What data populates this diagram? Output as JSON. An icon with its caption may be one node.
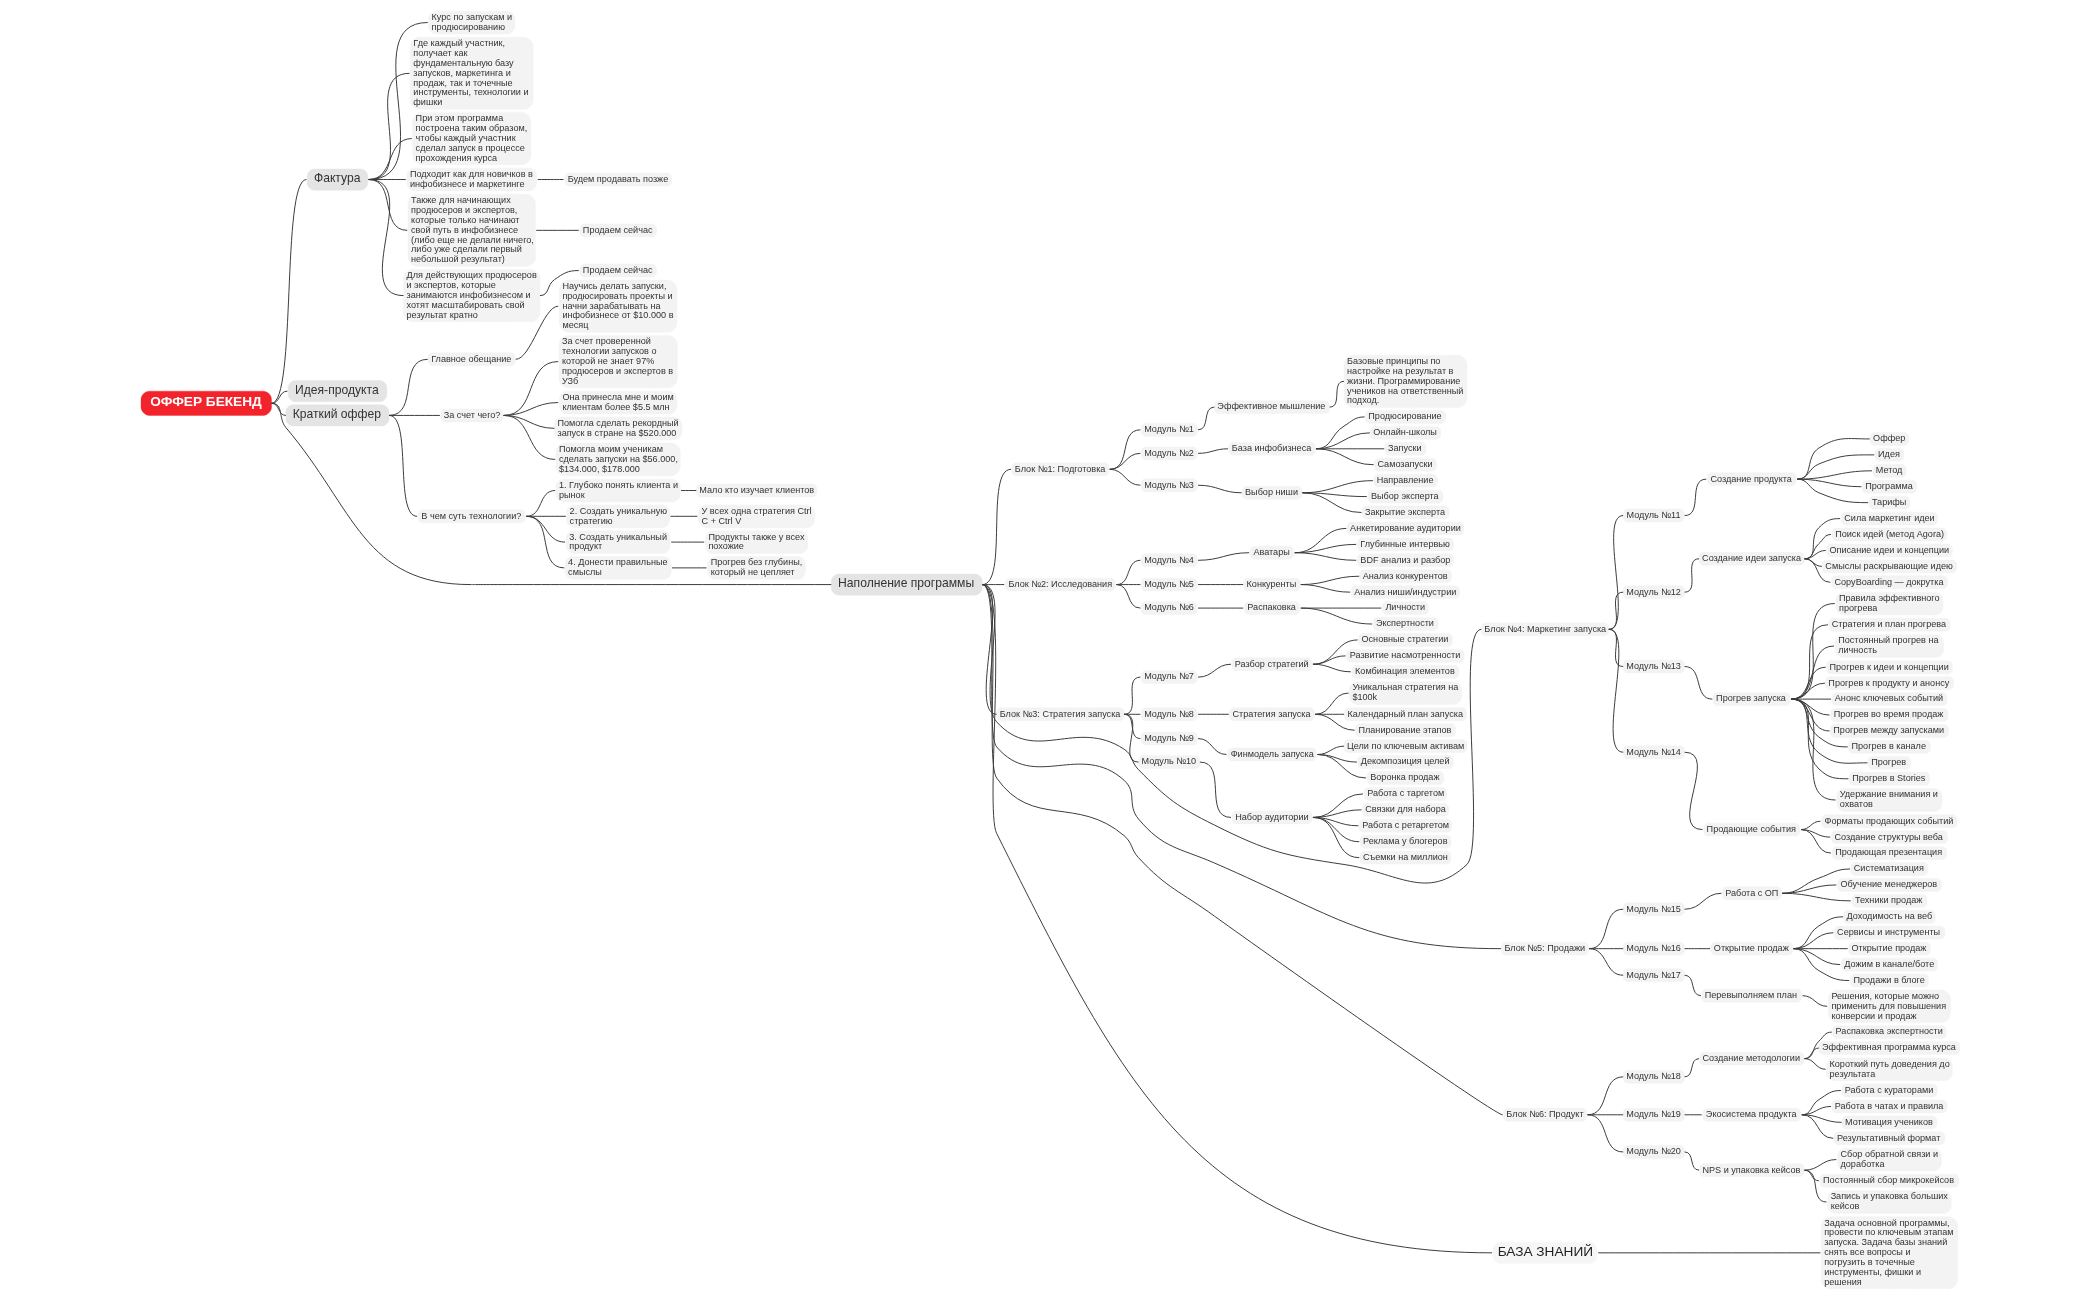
{
  "diagram": {
    "nodes": [
      {
        "text": [
          "ОФФЕР БЕКЕНД"
        ]
      },
      {
        "text": [
          "Фактура"
        ]
      },
      {
        "text": [
          "Курс по запускам и продюсированию"
        ]
      },
      {
        "text": [
          "Где каждый участник, получает как фундаментальную базу запусков, маркетинга и продаж, так и точечные инструменты, технологии и фишки"
        ]
      },
      {
        "text": [
          "При этом программа построена таким образом, чтобы каждый участник сделал запуск в процессе прохождения курса"
        ]
      },
      {
        "text": [
          "Подходит как для новичков в инфобизнесе и маркетинге"
        ]
      },
      {
        "text": [
          "Будем продавать позже"
        ]
      },
      {
        "text": [
          "Также для начинающих продюсеров и экспертов, которые только начинают свой путь в инфобизнесе (либо еще не делали ничего, либо уже сделали первый небольшой результат)"
        ]
      },
      {
        "text": [
          "Продаем сейчас"
        ]
      },
      {
        "text": [
          "Для действующих продюсеров и экспертов, которые занимаются инфобизнесом и хотят масштабировать свой результат кратно"
        ]
      },
      {
        "text": [
          "Продаем сейчас"
        ]
      },
      {
        "text": [
          "Идея-продукта"
        ]
      },
      {
        "text": [
          "Краткий оффер"
        ]
      },
      {
        "text": [
          "Главное обещание"
        ]
      },
      {
        "text": [
          "Научись делать запуски, продюсировать проекты и начни зарабатывать на инфобизнесе от $10.000 в месяц"
        ]
      },
      {
        "text": [
          "За счет чего?"
        ]
      },
      {
        "text": [
          "За счет проверенной технологии запусков о которой не знает 97% продюсеров и экспертов в УЗб"
        ]
      },
      {
        "text": [
          "Она принесла мне и моим клиентам более $5.5 млн"
        ]
      },
      {
        "text": [
          "Помогла сделать рекордный запуск в стране на $520.000"
        ]
      },
      {
        "text": [
          "Помогла моим ученикам сделать запуски на $56.000, $134.000, $178.000"
        ]
      },
      {
        "text": [
          "В чем суть технологии?"
        ]
      },
      {
        "text": [
          "1. Глубоко понять клиента и рынок"
        ]
      },
      {
        "text": [
          "Мало кто изучает клиентов"
        ]
      },
      {
        "text": [
          "2. Создать уникальную стратегию"
        ]
      },
      {
        "text": [
          "У всех одна стратегия Ctrl C + Ctrl V"
        ]
      },
      {
        "text": [
          "3. Создать уникальный продукт"
        ]
      },
      {
        "text": [
          "Продукты также у всех похожие"
        ]
      },
      {
        "text": [
          "4. Донести правильные смыслы"
        ]
      },
      {
        "text": [
          "Прогрев без глубины, который не цепляет"
        ]
      },
      {
        "text": [
          "Наполнение программы"
        ]
      },
      {
        "text": [
          "Блок №1: Подготовка"
        ]
      },
      {
        "text": [
          "Модуль №1"
        ]
      },
      {
        "text": [
          "Эффективное мышление"
        ]
      },
      {
        "text": [
          "Базовые принципы по настройке на результат в жизни. Программирование учеников на ответственный подход."
        ]
      },
      {
        "text": [
          "Модуль №2"
        ]
      },
      {
        "text": [
          "База инфобизнеса"
        ]
      },
      {
        "text": [
          "Продюсирование"
        ]
      },
      {
        "text": [
          "Онлайн-школы"
        ]
      },
      {
        "text": [
          "Запуски"
        ]
      },
      {
        "text": [
          "Самозапуски"
        ]
      },
      {
        "text": [
          "Модуль №3"
        ]
      },
      {
        "text": [
          "Выбор ниши"
        ]
      },
      {
        "text": [
          "Направление"
        ]
      },
      {
        "text": [
          "Выбор эксперта"
        ]
      },
      {
        "text": [
          "Закрытие эксперта"
        ]
      },
      {
        "text": [
          "Блок №2: Исследования"
        ]
      },
      {
        "text": [
          "Модуль №4"
        ]
      },
      {
        "text": [
          "Аватары"
        ]
      },
      {
        "text": [
          "Анкетирование аудитории"
        ]
      },
      {
        "text": [
          "Глубинные интервью"
        ]
      },
      {
        "text": [
          "BDF анализ и разбор"
        ]
      },
      {
        "text": [
          "Модуль №5"
        ]
      },
      {
        "text": [
          "Конкуренты"
        ]
      },
      {
        "text": [
          "Анализ конкурентов"
        ]
      },
      {
        "text": [
          "Анализ ниши/индустрии"
        ]
      },
      {
        "text": [
          "Модуль №6"
        ]
      },
      {
        "text": [
          "Распаковка"
        ]
      },
      {
        "text": [
          "Личности"
        ]
      },
      {
        "text": [
          "Экспертности"
        ]
      },
      {
        "text": [
          "Блок №3: Стратегия запуска"
        ]
      },
      {
        "text": [
          "Модуль №7"
        ]
      },
      {
        "text": [
          "Разбор стратегий"
        ]
      },
      {
        "text": [
          "Основные стратегии"
        ]
      },
      {
        "text": [
          "Развитие насмотренности"
        ]
      },
      {
        "text": [
          "Комбинация элементов"
        ]
      },
      {
        "text": [
          "Модуль №8"
        ]
      },
      {
        "text": [
          "Стратегия запуска"
        ]
      },
      {
        "text": [
          "Уникальная стратегия на $100k"
        ]
      },
      {
        "text": [
          "Календарный план запуска"
        ]
      },
      {
        "text": [
          "Планирование этапов"
        ]
      },
      {
        "text": [
          "Модуль №9"
        ]
      },
      {
        "text": [
          "Финмодель запуска"
        ]
      },
      {
        "text": [
          "Цели по ключевым активам"
        ]
      },
      {
        "text": [
          "Декомпозиция целей"
        ]
      },
      {
        "text": [
          "Воронка продаж"
        ]
      },
      {
        "text": [
          "Модуль №10"
        ]
      },
      {
        "text": [
          "Набор аудитории"
        ]
      },
      {
        "text": [
          "Работа с таргетом"
        ]
      },
      {
        "text": [
          "Связки для набора"
        ]
      },
      {
        "text": [
          "Работа с ретаргетом"
        ]
      },
      {
        "text": [
          "Реклама у блогеров"
        ]
      },
      {
        "text": [
          "Съемки на миллион"
        ]
      },
      {
        "text": [
          "Блок №4: Маркетинг запуска"
        ]
      },
      {
        "text": [
          "Модуль №11"
        ]
      },
      {
        "text": [
          "Создание продукта"
        ]
      },
      {
        "text": [
          "Оффер"
        ]
      },
      {
        "text": [
          "Идея"
        ]
      },
      {
        "text": [
          "Метод"
        ]
      },
      {
        "text": [
          "Программа"
        ]
      },
      {
        "text": [
          "Тарифы"
        ]
      },
      {
        "text": [
          "Модуль №12"
        ]
      },
      {
        "text": [
          "Создание идеи запуска"
        ]
      },
      {
        "text": [
          "Сила маркетинг идеи"
        ]
      },
      {
        "text": [
          "Поиск идей (метод Agora)"
        ]
      },
      {
        "text": [
          "Описание идеи и концепции"
        ]
      },
      {
        "text": [
          "Смыслы раскрывающие идею"
        ]
      },
      {
        "text": [
          "CopyBoarding — докрутка"
        ]
      },
      {
        "text": [
          "Модуль №13"
        ]
      },
      {
        "text": [
          "Прогрев запуска"
        ]
      },
      {
        "text": [
          "Правила эффективного прогрева"
        ]
      },
      {
        "text": [
          "Стратегия и план прогрева"
        ]
      },
      {
        "text": [
          "Постоянный прогрев на личность"
        ]
      },
      {
        "text": [
          "Прогрев к идеи и концепции"
        ]
      },
      {
        "text": [
          "Прогрев к продукту и анонсу"
        ]
      },
      {
        "text": [
          "Анонс ключевых событий"
        ]
      },
      {
        "text": [
          "Прогрев во время продаж"
        ]
      },
      {
        "text": [
          "Прогрев между запусками"
        ]
      },
      {
        "text": [
          "Прогрев в канале"
        ]
      },
      {
        "text": [
          "Прогрев"
        ]
      },
      {
        "text": [
          "Прогрев в Stories"
        ]
      },
      {
        "text": [
          "Удержание внимания и охватов"
        ]
      },
      {
        "text": [
          "Модуль №14"
        ]
      },
      {
        "text": [
          "Продающие события"
        ]
      },
      {
        "text": [
          "Форматы продающих событий"
        ]
      },
      {
        "text": [
          "Создание структуры веба"
        ]
      },
      {
        "text": [
          "Продающая презентация"
        ]
      },
      {
        "text": [
          "Блок №5: Продажи"
        ]
      },
      {
        "text": [
          "Модуль №15"
        ]
      },
      {
        "text": [
          "Работа с ОП"
        ]
      },
      {
        "text": [
          "Систематизация"
        ]
      },
      {
        "text": [
          "Обучение менеджеров"
        ]
      },
      {
        "text": [
          "Техники продаж"
        ]
      },
      {
        "text": [
          "Модуль №16"
        ]
      },
      {
        "text": [
          "Открытие продаж"
        ]
      },
      {
        "text": [
          "Доходимость на веб"
        ]
      },
      {
        "text": [
          "Сервисы и инструменты"
        ]
      },
      {
        "text": [
          "Открытие продаж"
        ]
      },
      {
        "text": [
          "Дожим в канале/боте"
        ]
      },
      {
        "text": [
          "Продажи в блоге"
        ]
      },
      {
        "text": [
          "Модуль №17"
        ]
      },
      {
        "text": [
          "Перевыполняем план"
        ]
      },
      {
        "text": [
          "Решения, которые можно применить для повышения конверсии и продаж"
        ]
      },
      {
        "text": [
          "Блок №6: Продукт"
        ]
      },
      {
        "text": [
          "Модуль №18"
        ]
      },
      {
        "text": [
          "Создание методологии"
        ]
      },
      {
        "text": [
          "Распаковка экспертности"
        ]
      },
      {
        "text": [
          "Эффективная программа курса"
        ]
      },
      {
        "text": [
          "Короткий путь доведения до результата"
        ]
      },
      {
        "text": [
          "Модуль №19"
        ]
      },
      {
        "text": [
          "Экосистема продукта"
        ]
      },
      {
        "text": [
          "Работа с кураторами"
        ]
      },
      {
        "text": [
          "Работа в чатах и правила"
        ]
      },
      {
        "text": [
          "Мотивация учеников"
        ]
      },
      {
        "text": [
          "Результативный формат"
        ]
      },
      {
        "text": [
          "Модуль №20"
        ]
      },
      {
        "text": [
          "NPS и упаковка кейсов"
        ]
      },
      {
        "text": [
          "Сбор обратной связи и доработка"
        ]
      },
      {
        "text": [
          "Постоянный сбор микрокейсов"
        ]
      },
      {
        "text": [
          "Запись и упаковка больших кейсов"
        ]
      },
      {
        "text": [
          "БАЗА ЗНАНИЙ"
        ]
      },
      {
        "text": [
          "Задача основной программы, провести по ключевым этапам запуска. Задача базы знаний снять все вопросы и погрузить в точечные инструменты, фишки и решения"
        ]
      }
    ],
    "edges": [
      {
        "from": 0,
        "to": 1,
        "arrow": "none"
      },
      {
        "from": 1,
        "to": 2,
        "arrow": "none"
      },
      {
        "from": 1,
        "to": 3,
        "arrow": "none"
      },
      {
        "from": 1,
        "to": 4,
        "arrow": "none"
      },
      {
        "from": 1,
        "to": 5,
        "arrow": "none"
      },
      {
        "from": 5,
        "to": 6,
        "arrow": "none"
      },
      {
        "from": 1,
        "to": 7,
        "arrow": "none"
      },
      {
        "from": 7,
        "to": 8,
        "arrow": "none"
      },
      {
        "from": 1,
        "to": 9,
        "arrow": "none"
      },
      {
        "from": 9,
        "to": 10,
        "arrow": "none"
      },
      {
        "from": 0,
        "to": 11,
        "arrow": "none"
      },
      {
        "from": 0,
        "to": 12,
        "arrow": "none"
      },
      {
        "from": 12,
        "to": 13,
        "arrow": "none"
      },
      {
        "from": 13,
        "to": 14,
        "arrow": "none"
      },
      {
        "from": 12,
        "to": 15,
        "arrow": "none"
      },
      {
        "from": 15,
        "to": 16,
        "arrow": "none"
      },
      {
        "from": 15,
        "to": 17,
        "arrow": "none"
      },
      {
        "from": 15,
        "to": 18,
        "arrow": "none"
      },
      {
        "from": 15,
        "to": 19,
        "arrow": "none"
      },
      {
        "from": 12,
        "to": 20,
        "arrow": "none"
      },
      {
        "from": 20,
        "to": 21,
        "arrow": "none"
      },
      {
        "from": 21,
        "to": 22,
        "arrow": "none"
      },
      {
        "from": 20,
        "to": 23,
        "arrow": "none"
      },
      {
        "from": 23,
        "to": 24,
        "arrow": "none"
      },
      {
        "from": 20,
        "to": 25,
        "arrow": "none"
      },
      {
        "from": 25,
        "to": 26,
        "arrow": "none"
      },
      {
        "from": 20,
        "to": 27,
        "arrow": "none"
      },
      {
        "from": 27,
        "to": 28,
        "arrow": "none"
      },
      {
        "from": 0,
        "to": 29,
        "arrow": "none"
      },
      {
        "from": 29,
        "to": 30,
        "arrow": "none"
      },
      {
        "from": 30,
        "to": 31,
        "arrow": "none"
      },
      {
        "from": 31,
        "to": 32,
        "arrow": "none"
      },
      {
        "from": 32,
        "to": 33,
        "arrow": "none"
      },
      {
        "from": 30,
        "to": 34,
        "arrow": "none"
      },
      {
        "from": 34,
        "to": 35,
        "arrow": "none"
      },
      {
        "from": 35,
        "to": 36,
        "arrow": "none"
      },
      {
        "from": 35,
        "to": 37,
        "arrow": "none"
      },
      {
        "from": 35,
        "to": 38,
        "arrow": "none"
      },
      {
        "from": 35,
        "to": 39,
        "arrow": "none"
      },
      {
        "from": 30,
        "to": 40,
        "arrow": "none"
      },
      {
        "from": 40,
        "to": 41,
        "arrow": "none"
      },
      {
        "from": 41,
        "to": 42,
        "arrow": "none"
      },
      {
        "from": 41,
        "to": 43,
        "arrow": "none"
      },
      {
        "from": 41,
        "to": 44,
        "arrow": "none"
      },
      {
        "from": 29,
        "to": 45,
        "arrow": "none"
      },
      {
        "from": 45,
        "to": 46,
        "arrow": "none"
      },
      {
        "from": 46,
        "to": 47,
        "arrow": "none"
      },
      {
        "from": 47,
        "to": 48,
        "arrow": "none"
      },
      {
        "from": 47,
        "to": 49,
        "arrow": "none"
      },
      {
        "from": 47,
        "to": 50,
        "arrow": "none"
      },
      {
        "from": 45,
        "to": 51,
        "arrow": "none"
      },
      {
        "from": 51,
        "to": 52,
        "arrow": "none"
      },
      {
        "from": 52,
        "to": 53,
        "arrow": "none"
      },
      {
        "from": 52,
        "to": 54,
        "arrow": "none"
      },
      {
        "from": 45,
        "to": 55,
        "arrow": "none"
      },
      {
        "from": 55,
        "to": 56,
        "arrow": "none"
      },
      {
        "from": 56,
        "to": 57,
        "arrow": "none"
      },
      {
        "from": 56,
        "to": 58,
        "arrow": "none"
      },
      {
        "from": 29,
        "to": 59,
        "arrow": "none"
      },
      {
        "from": 59,
        "to": 60,
        "arrow": "none"
      },
      {
        "from": 60,
        "to": 61,
        "arrow": "none"
      },
      {
        "from": 61,
        "to": 62,
        "arrow": "none"
      },
      {
        "from": 61,
        "to": 63,
        "arrow": "none"
      },
      {
        "from": 61,
        "to": 64,
        "arrow": "none"
      },
      {
        "from": 59,
        "to": 65,
        "arrow": "none"
      },
      {
        "from": 65,
        "to": 66,
        "arrow": "none"
      },
      {
        "from": 66,
        "to": 67,
        "arrow": "none"
      },
      {
        "from": 66,
        "to": 68,
        "arrow": "none"
      },
      {
        "from": 66,
        "to": 69,
        "arrow": "none"
      },
      {
        "from": 59,
        "to": 70,
        "arrow": "none"
      },
      {
        "from": 70,
        "to": 71,
        "arrow": "none"
      },
      {
        "from": 71,
        "to": 72,
        "arrow": "none"
      },
      {
        "from": 71,
        "to": 73,
        "arrow": "none"
      },
      {
        "from": 71,
        "to": 74,
        "arrow": "none"
      },
      {
        "from": 59,
        "to": 75,
        "arrow": "none"
      },
      {
        "from": 75,
        "to": 76,
        "arrow": "none"
      },
      {
        "from": 76,
        "to": 77,
        "arrow": "none"
      },
      {
        "from": 76,
        "to": 78,
        "arrow": "none"
      },
      {
        "from": 76,
        "to": 79,
        "arrow": "none"
      },
      {
        "from": 76,
        "to": 80,
        "arrow": "none"
      },
      {
        "from": 76,
        "to": 81,
        "arrow": "none"
      },
      {
        "from": 29,
        "to": 82,
        "arrow": "none"
      },
      {
        "from": 82,
        "to": 83,
        "arrow": "none"
      },
      {
        "from": 83,
        "to": 84,
        "arrow": "none"
      },
      {
        "from": 84,
        "to": 85,
        "arrow": "none"
      },
      {
        "from": 84,
        "to": 86,
        "arrow": "none"
      },
      {
        "from": 84,
        "to": 87,
        "arrow": "none"
      },
      {
        "from": 84,
        "to": 88,
        "arrow": "none"
      },
      {
        "from": 84,
        "to": 89,
        "arrow": "none"
      },
      {
        "from": 82,
        "to": 90,
        "arrow": "none"
      },
      {
        "from": 90,
        "to": 91,
        "arrow": "none"
      },
      {
        "from": 91,
        "to": 92,
        "arrow": "none"
      },
      {
        "from": 91,
        "to": 93,
        "arrow": "none"
      },
      {
        "from": 91,
        "to": 94,
        "arrow": "none"
      },
      {
        "from": 91,
        "to": 95,
        "arrow": "none"
      },
      {
        "from": 91,
        "to": 96,
        "arrow": "none"
      },
      {
        "from": 82,
        "to": 97,
        "arrow": "none"
      },
      {
        "from": 97,
        "to": 98,
        "arrow": "none"
      },
      {
        "from": 98,
        "to": 99,
        "arrow": "none"
      },
      {
        "from": 98,
        "to": 100,
        "arrow": "none"
      },
      {
        "from": 98,
        "to": 101,
        "arrow": "none"
      },
      {
        "from": 98,
        "to": 102,
        "arrow": "none"
      },
      {
        "from": 98,
        "to": 103,
        "arrow": "none"
      },
      {
        "from": 98,
        "to": 104,
        "arrow": "none"
      },
      {
        "from": 98,
        "to": 105,
        "arrow": "none"
      },
      {
        "from": 98,
        "to": 106,
        "arrow": "none"
      },
      {
        "from": 98,
        "to": 107,
        "arrow": "none"
      },
      {
        "from": 98,
        "to": 108,
        "arrow": "none"
      },
      {
        "from": 98,
        "to": 109,
        "arrow": "none"
      },
      {
        "from": 98,
        "to": 110,
        "arrow": "none"
      },
      {
        "from": 82,
        "to": 111,
        "arrow": "none"
      },
      {
        "from": 111,
        "to": 112,
        "arrow": "none"
      },
      {
        "from": 112,
        "to": 113,
        "arrow": "none"
      },
      {
        "from": 112,
        "to": 114,
        "arrow": "none"
      },
      {
        "from": 112,
        "to": 115,
        "arrow": "none"
      },
      {
        "from": 29,
        "to": 116,
        "arrow": "none"
      },
      {
        "from": 116,
        "to": 117,
        "arrow": "none"
      },
      {
        "from": 117,
        "to": 118,
        "arrow": "none"
      },
      {
        "from": 118,
        "to": 119,
        "arrow": "none"
      },
      {
        "from": 118,
        "to": 120,
        "arrow": "none"
      },
      {
        "from": 118,
        "to": 121,
        "arrow": "none"
      },
      {
        "from": 116,
        "to": 122,
        "arrow": "none"
      },
      {
        "from": 122,
        "to": 123,
        "arrow": "none"
      },
      {
        "from": 123,
        "to": 124,
        "arrow": "none"
      },
      {
        "from": 123,
        "to": 125,
        "arrow": "none"
      },
      {
        "from": 123,
        "to": 126,
        "arrow": "none"
      },
      {
        "from": 123,
        "to": 127,
        "arrow": "none"
      },
      {
        "from": 123,
        "to": 128,
        "arrow": "none"
      },
      {
        "from": 116,
        "to": 129,
        "arrow": "none"
      },
      {
        "from": 129,
        "to": 130,
        "arrow": "none"
      },
      {
        "from": 130,
        "to": 131,
        "arrow": "none"
      },
      {
        "from": 29,
        "to": 132,
        "arrow": "none"
      },
      {
        "from": 132,
        "to": 133,
        "arrow": "none"
      },
      {
        "from": 133,
        "to": 134,
        "arrow": "none"
      },
      {
        "from": 134,
        "to": 135,
        "arrow": "none"
      },
      {
        "from": 134,
        "to": 136,
        "arrow": "none"
      },
      {
        "from": 134,
        "to": 137,
        "arrow": "none"
      },
      {
        "from": 132,
        "to": 138,
        "arrow": "none"
      },
      {
        "from": 138,
        "to": 139,
        "arrow": "none"
      },
      {
        "from": 139,
        "to": 140,
        "arrow": "none"
      },
      {
        "from": 139,
        "to": 141,
        "arrow": "none"
      },
      {
        "from": 139,
        "to": 142,
        "arrow": "none"
      },
      {
        "from": 139,
        "to": 143,
        "arrow": "none"
      },
      {
        "from": 132,
        "to": 144,
        "arrow": "none"
      },
      {
        "from": 144,
        "to": 145,
        "arrow": "none"
      },
      {
        "from": 145,
        "to": 146,
        "arrow": "none"
      },
      {
        "from": 145,
        "to": 147,
        "arrow": "none"
      },
      {
        "from": 145,
        "to": 148,
        "arrow": "none"
      },
      {
        "from": 29,
        "to": 149,
        "arrow": "none"
      },
      {
        "from": 149,
        "to": 150,
        "arrow": "none"
      }
    ]
  }
}
